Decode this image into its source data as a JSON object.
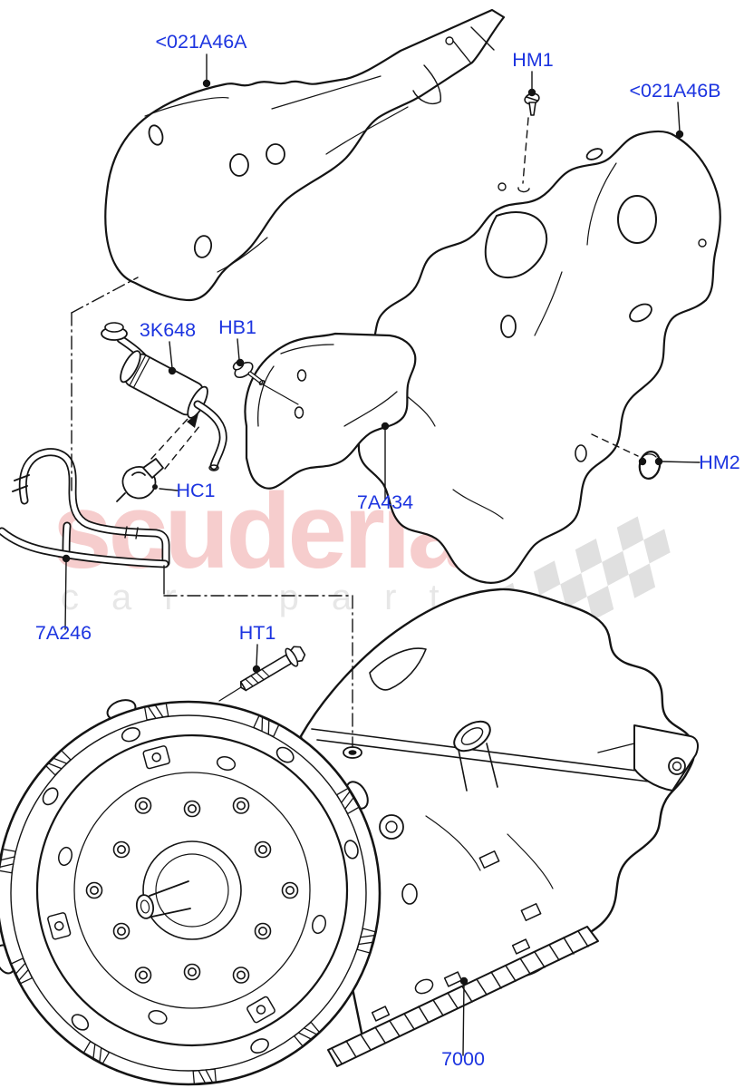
{
  "diagram": {
    "callouts": [
      {
        "id": "heat-shield-front",
        "code": "<021A46A"
      },
      {
        "id": "screw-hm1",
        "code": "HM1"
      },
      {
        "id": "heat-shield-rear",
        "code": "<021A46B"
      },
      {
        "id": "breather-filter",
        "code": "3K648"
      },
      {
        "id": "bolt-hb1",
        "code": "HB1"
      },
      {
        "id": "cover-plate",
        "code": "7A434"
      },
      {
        "id": "clamp-hc1",
        "code": "HC1"
      },
      {
        "id": "plug-hm2",
        "code": "HM2"
      },
      {
        "id": "breather-tube",
        "code": "7A246"
      },
      {
        "id": "bolt-ht1",
        "code": "HT1"
      },
      {
        "id": "transmission",
        "code": "7000"
      }
    ],
    "watermark": {
      "brand": "scuderia",
      "tagline": "car parts"
    },
    "colors": {
      "callout_blue": "#1c34e0",
      "line_black": "#141414",
      "watermark_pink": "#f6cdcd",
      "watermark_gray": "#e7e7e7",
      "flag_gray": "#e0e0e0",
      "background": "#ffffff"
    }
  }
}
